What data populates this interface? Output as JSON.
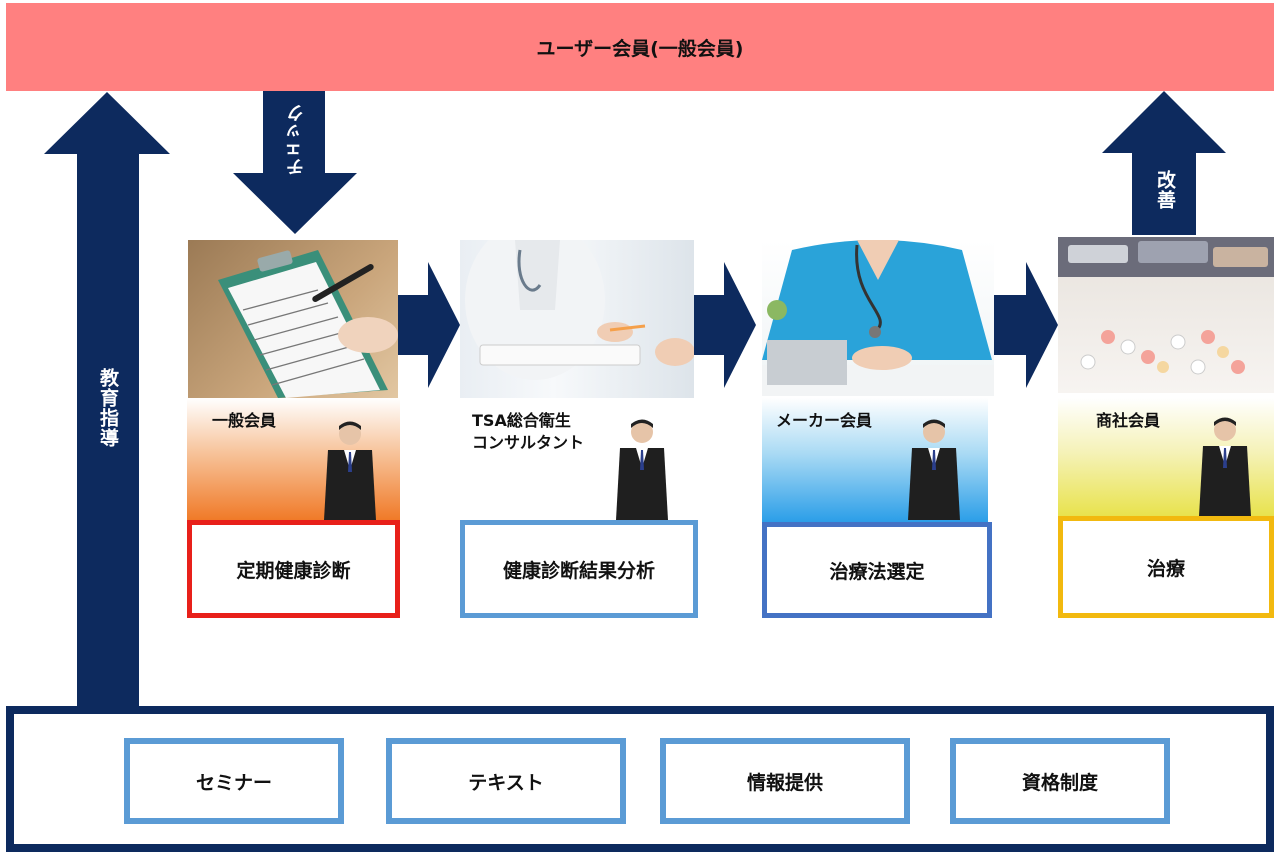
{
  "header": {
    "title": "ユーザー会員(一般会員)"
  },
  "arrows": {
    "education": "教育指導",
    "check": "チェック",
    "improve": "改善"
  },
  "steps": [
    {
      "role": "一般会員",
      "task": "定期健康診断",
      "border_color": "#e8201a",
      "gradient_color": "#f07a28"
    },
    {
      "role": "TSA総合衛生\nコンサルタント",
      "task": "健康診断結果分析",
      "border_color": "#5b9bd5",
      "gradient_color": "#ffffff"
    },
    {
      "role": "メーカー会員",
      "task": "治療法選定",
      "border_color": "#4472c4",
      "gradient_color": "#2b9ee8"
    },
    {
      "role": "商社会員",
      "task": "治療",
      "border_color": "#f2b90f",
      "gradient_color": "#e8e24a"
    }
  ],
  "resources": [
    {
      "label": "セミナー"
    },
    {
      "label": "テキスト"
    },
    {
      "label": "情報提供"
    },
    {
      "label": "資格制度"
    }
  ],
  "colors": {
    "navy": "#0d2a5e",
    "banner": "#ff8080"
  }
}
